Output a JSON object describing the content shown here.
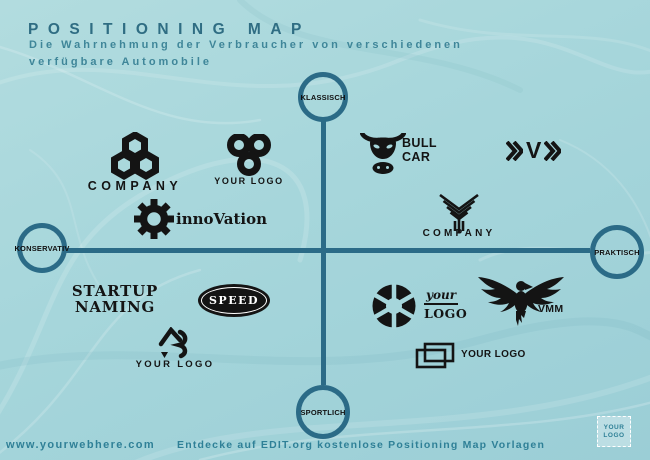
{
  "colors": {
    "background": "#a6d6db",
    "accent_teal": "#2b6b87",
    "title_text": "#2f6d83",
    "subtitle_text": "#3f8699",
    "footer_text": "#2f8097",
    "logo_black": "#141414"
  },
  "header": {
    "title": "POSITIONING MAP",
    "subtitle_line1": "Die Wahrnehmung der Verbraucher von verschiedenen",
    "subtitle_line2": "verfügbare Automobile"
  },
  "axes": {
    "top": "KLASSISCH",
    "bottom": "SPORTLICH",
    "left": "KONSERVATIV",
    "right": "PRAKTISCH"
  },
  "logos": {
    "hex_company": {
      "label": "COMPANY"
    },
    "tri_circle": {
      "label": "YOUR LOGO"
    },
    "innovation": {
      "label": "innoVation"
    },
    "bull": {
      "line1": "BULL",
      "line2": "CAR"
    },
    "chevron_v": {
      "letter": "V"
    },
    "y_company": {
      "label": "COMPANY"
    },
    "startup": {
      "line1": "STARTUP",
      "line2": "NAMING"
    },
    "speed": {
      "label": "SPEED"
    },
    "ar_mark": {
      "label": "YOUR LOGO"
    },
    "wheel": {
      "line1": "your",
      "line2": "LOGO"
    },
    "eagle": {
      "label": "VMM"
    },
    "rects": {
      "label": "YOUR LOGO"
    }
  },
  "icons": {
    "hex_company": "trefoil-hexagon-icon",
    "tri_circle": "three-rings-icon",
    "innovation": "gear-icon",
    "bull": "bull-head-icon",
    "chevron_v": "double-chevron-icon",
    "y_company": "striped-y-icon",
    "ar_mark": "abstract-ar-monogram-icon",
    "wheel": "segmented-wheel-icon",
    "eagle": "eagle-icon",
    "rects": "overlapping-rectangles-icon"
  },
  "footer": {
    "website": "www.yourwebhere.com",
    "credit": "Entdecke auf EDIT.org kostenlose Positioning Map Vorlagen",
    "corner_logo_line1": "YOUR",
    "corner_logo_line2": "LOGO"
  }
}
